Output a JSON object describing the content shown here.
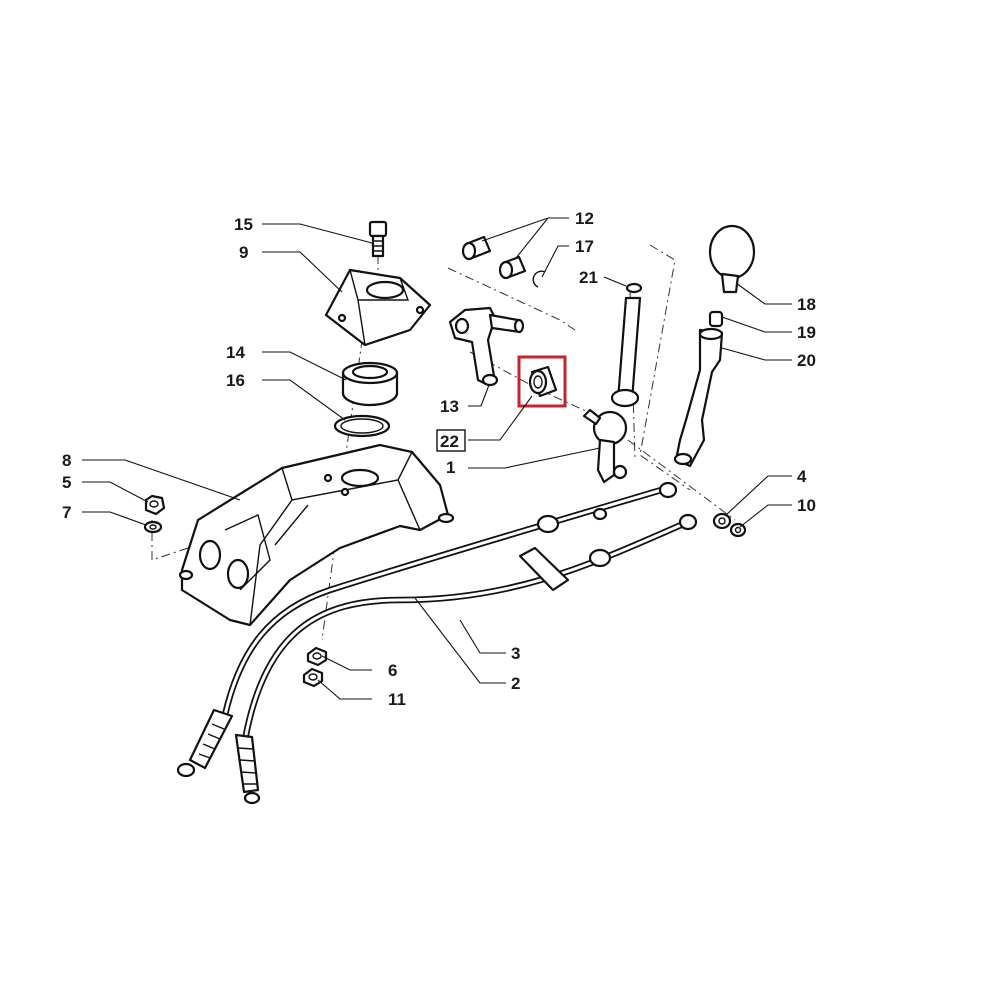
{
  "diagram": {
    "callouts": [
      {
        "id": "c15",
        "label": "15"
      },
      {
        "id": "c9",
        "label": "9"
      },
      {
        "id": "c14",
        "label": "14"
      },
      {
        "id": "c16",
        "label": "16"
      },
      {
        "id": "c8",
        "label": "8"
      },
      {
        "id": "c5",
        "label": "5"
      },
      {
        "id": "c7",
        "label": "7"
      },
      {
        "id": "c12",
        "label": "12"
      },
      {
        "id": "c17",
        "label": "17"
      },
      {
        "id": "c21",
        "label": "21"
      },
      {
        "id": "c18",
        "label": "18"
      },
      {
        "id": "c19",
        "label": "19"
      },
      {
        "id": "c20",
        "label": "20"
      },
      {
        "id": "c13",
        "label": "13"
      },
      {
        "id": "c22",
        "label": "22"
      },
      {
        "id": "c1",
        "label": "1"
      },
      {
        "id": "c4",
        "label": "4"
      },
      {
        "id": "c10",
        "label": "10"
      },
      {
        "id": "c3",
        "label": "3"
      },
      {
        "id": "c2",
        "label": "2"
      },
      {
        "id": "c6",
        "label": "6"
      },
      {
        "id": "c11",
        "label": "11"
      }
    ],
    "highlight_color": "#c8232c",
    "line_color": "#111111",
    "background_color": "#ffffff"
  }
}
